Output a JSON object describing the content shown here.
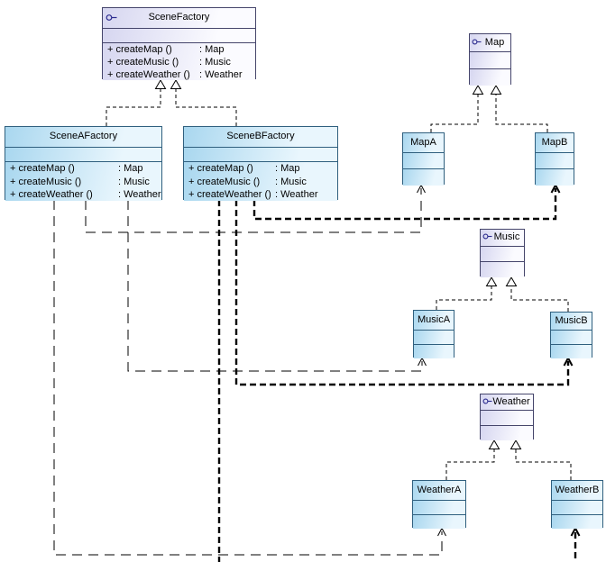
{
  "diagram": {
    "kind": "uml-class-diagram",
    "pattern": "Abstract Factory"
  },
  "classes": {
    "sceneFactory": {
      "name": "SceneFactory",
      "stereotype_icon": "class-icon",
      "methods": [
        {
          "sig": "+ createMap ()",
          "ret": ": Map"
        },
        {
          "sig": "+ createMusic ()",
          "ret": ": Music"
        },
        {
          "sig": "+ createWeather ()",
          "ret": ": Weather"
        }
      ]
    },
    "sceneAFactory": {
      "name": "SceneAFactory",
      "methods": [
        {
          "sig": "+ createMap ()",
          "ret": ": Map"
        },
        {
          "sig": "+ createMusic ()",
          "ret": ": Music"
        },
        {
          "sig": "+ createWeather ()",
          "ret": ": Weather"
        }
      ]
    },
    "sceneBFactory": {
      "name": "SceneBFactory",
      "methods": [
        {
          "sig": "+ createMap ()",
          "ret": ": Map"
        },
        {
          "sig": "+ createMusic ()",
          "ret": ": Music"
        },
        {
          "sig": "+ createWeather ()",
          "ret": ": Weather"
        }
      ]
    },
    "map": {
      "name": "Map",
      "stereotype_icon": "class-icon"
    },
    "mapA": {
      "name": "MapA"
    },
    "mapB": {
      "name": "MapB"
    },
    "music": {
      "name": "Music",
      "stereotype_icon": "class-icon"
    },
    "musicA": {
      "name": "MusicA"
    },
    "musicB": {
      "name": "MusicB"
    },
    "weather": {
      "name": "Weather",
      "stereotype_icon": "class-icon"
    },
    "weatherA": {
      "name": "WeatherA"
    },
    "weatherB": {
      "name": "WeatherB"
    }
  },
  "relationships": {
    "realizations": [
      {
        "from": "SceneAFactory",
        "to": "SceneFactory"
      },
      {
        "from": "SceneBFactory",
        "to": "SceneFactory"
      },
      {
        "from": "MapA",
        "to": "Map"
      },
      {
        "from": "MapB",
        "to": "Map"
      },
      {
        "from": "MusicA",
        "to": "Music"
      },
      {
        "from": "MusicB",
        "to": "Music"
      },
      {
        "from": "WeatherA",
        "to": "Weather"
      },
      {
        "from": "WeatherB",
        "to": "Weather"
      }
    ],
    "dependencies": [
      {
        "from": "SceneAFactory",
        "to": "MapA",
        "style": "thin-dashed"
      },
      {
        "from": "SceneAFactory",
        "to": "MusicA",
        "style": "thin-dashed"
      },
      {
        "from": "SceneAFactory",
        "to": "WeatherA",
        "style": "thin-dashed"
      },
      {
        "from": "SceneBFactory",
        "to": "MapB",
        "style": "thick-dashed"
      },
      {
        "from": "SceneBFactory",
        "to": "MusicB",
        "style": "thick-dashed"
      },
      {
        "from": "SceneBFactory",
        "to": "WeatherB",
        "style": "thick-dashed"
      }
    ]
  },
  "colors": {
    "background": "#ffffff",
    "parent_fill_start": "#d6d6f0",
    "parent_fill_end": "#fbfbff",
    "parent_border": "#45456b",
    "child_fill_start": "#a9d7ef",
    "child_fill_end": "#e9f6fd",
    "child_border": "#2f5f7e",
    "line": "#000000",
    "class_icon": "#2b2b8f",
    "text": "#000000"
  }
}
